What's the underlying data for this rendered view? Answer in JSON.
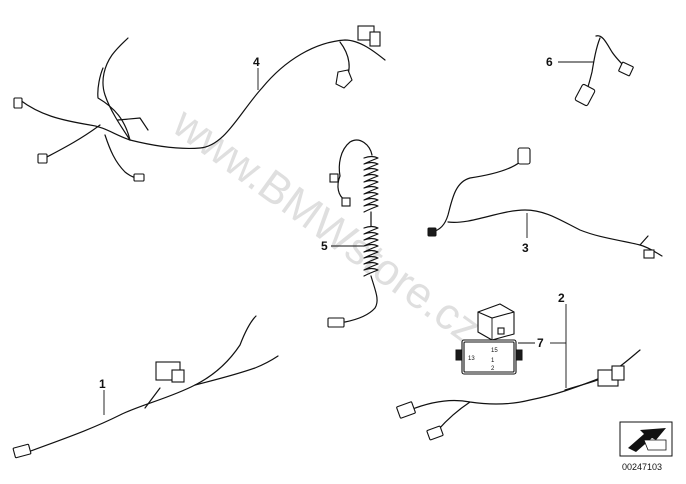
{
  "watermark": "www.BMWstore.cz",
  "diagram_number": "00247103",
  "callouts": [
    {
      "id": "1",
      "label": "1"
    },
    {
      "id": "2",
      "label": "2"
    },
    {
      "id": "3",
      "label": "3"
    },
    {
      "id": "4",
      "label": "4"
    },
    {
      "id": "5",
      "label": "5"
    },
    {
      "id": "6",
      "label": "6"
    },
    {
      "id": "7",
      "label": "7"
    }
  ],
  "relay_pins": {
    "p13": "13",
    "p15": "15",
    "p1": "1",
    "p2": "2"
  }
}
